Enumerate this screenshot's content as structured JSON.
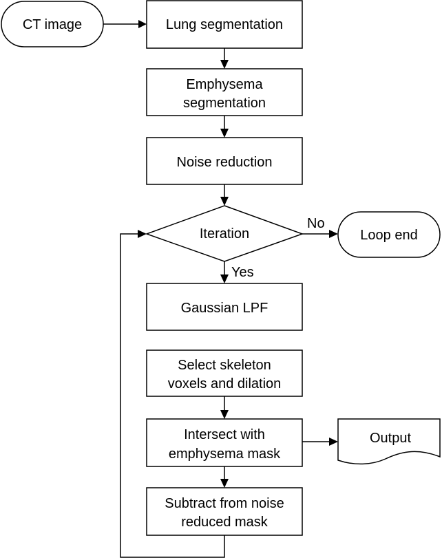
{
  "nodes": {
    "ct_image": "CT image",
    "lung_segmentation": "Lung segmentation",
    "emphysema_segmentation": [
      "Emphysema",
      "segmentation"
    ],
    "noise_reduction": "Noise reduction",
    "iteration": "Iteration",
    "loop_end": "Loop end",
    "gaussian_lpf": "Gaussian LPF",
    "select_skeleton": [
      "Select skeleton",
      "voxels and dilation"
    ],
    "intersect": [
      "Intersect with",
      "emphysema mask"
    ],
    "output": "Output",
    "subtract": [
      "Subtract from noise",
      "reduced mask"
    ]
  },
  "edges": {
    "no_label": "No",
    "yes_label": "Yes"
  },
  "colors": {
    "stroke": "#000000",
    "fill": "#ffffff"
  }
}
